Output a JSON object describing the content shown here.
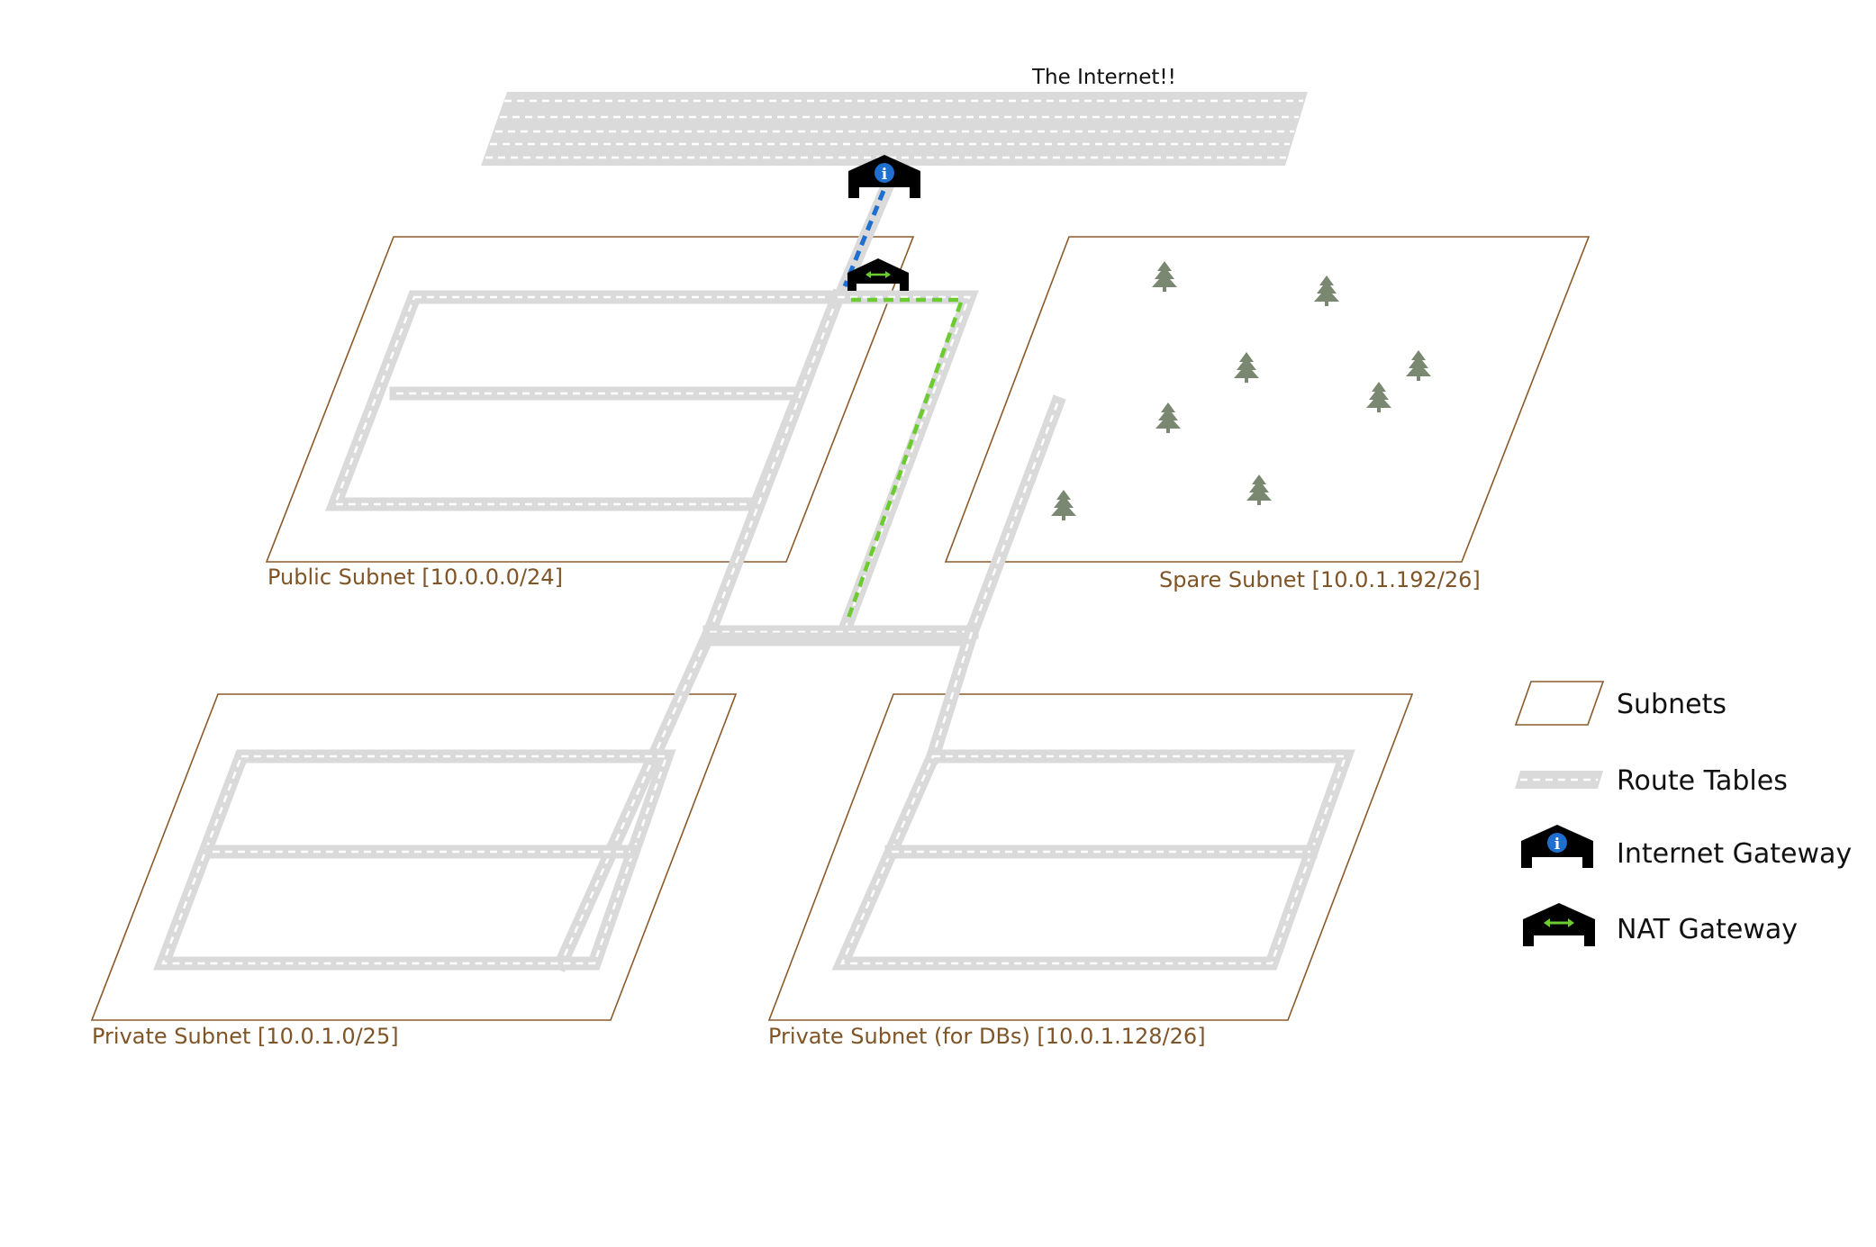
{
  "internet": {
    "label": "The Internet!!"
  },
  "subnets": [
    {
      "id": "public",
      "label": "Public Subnet [10.0.0.0/24]"
    },
    {
      "id": "spare",
      "label": "Spare Subnet [10.0.1.192/26]"
    },
    {
      "id": "private",
      "label": "Private Subnet [10.0.1.0/25]"
    },
    {
      "id": "private-db",
      "label": "Private Subnet (for DBs) [10.0.1.128/26]"
    }
  ],
  "legend": {
    "subnets": "Subnets",
    "route_tables": "Route Tables",
    "internet_gateway": "Internet Gateway",
    "nat_gateway": "NAT Gateway"
  },
  "colors": {
    "subnet_border": "#8a5a2b",
    "subnet_label": "#7f5427",
    "road": "#dadada",
    "internet_path": "#1e6fd0",
    "nat_path": "#6ccb2e",
    "tree": "#7a8871",
    "gateway": "#000000"
  },
  "icons": {
    "internet_gateway": "info-icon",
    "nat_gateway": "double-arrow-icon",
    "tree": "tree-icon"
  }
}
